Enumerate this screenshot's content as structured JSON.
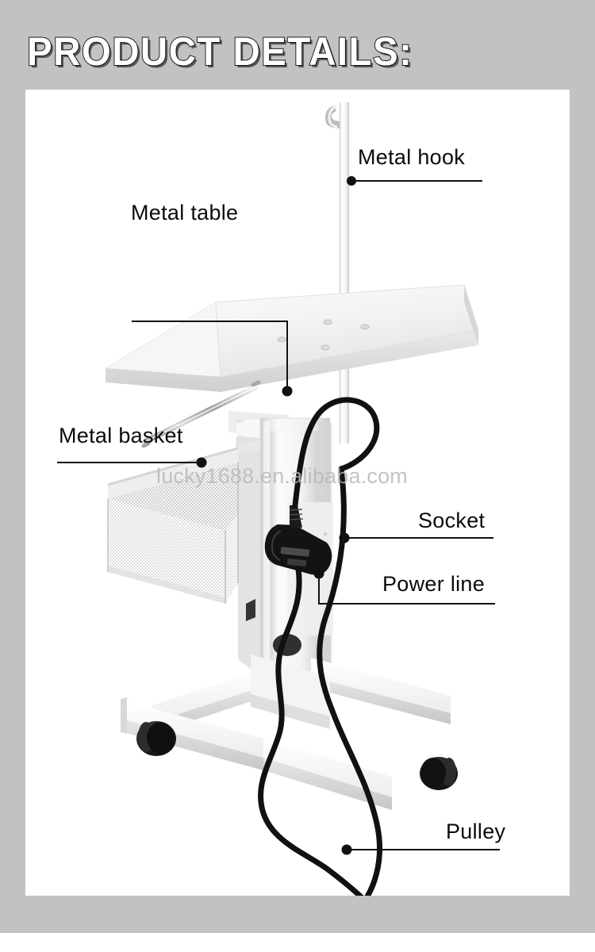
{
  "page": {
    "title": "PRODUCT DETAILS:",
    "background_color": "#c2c2c2",
    "panel_color": "#ffffff"
  },
  "watermark": {
    "text": "lucky1688.en.alibaba.com",
    "color": "#b9b9b9"
  },
  "product": {
    "name": "beauty salon trolley cart",
    "callouts": [
      {
        "id": "metal-hook",
        "label": "Metal hook"
      },
      {
        "id": "metal-table",
        "label": "Metal table"
      },
      {
        "id": "metal-basket",
        "label": "Metal basket"
      },
      {
        "id": "socket",
        "label": "Socket"
      },
      {
        "id": "power-line",
        "label": "Power line"
      },
      {
        "id": "pulley",
        "label": "Pulley"
      }
    ],
    "parts": {
      "hook": "J-shaped metal hook at top of pole",
      "pole": "vertical white pole",
      "tabletop": "white metal table top with screw holes and chrome rail",
      "basket": "white perforated mesh basket",
      "column": "white central column",
      "plug": "black power plug in socket",
      "cable": "black power cable",
      "base": "white cross-shaped base frame",
      "casters": "four black casters"
    },
    "colors": {
      "body_white": "#fdfdfd",
      "body_shadow": "#d8d8d8",
      "cable_black": "#111111",
      "caster_black": "#1b1b1b",
      "chrome": "#b8b8b8"
    }
  }
}
